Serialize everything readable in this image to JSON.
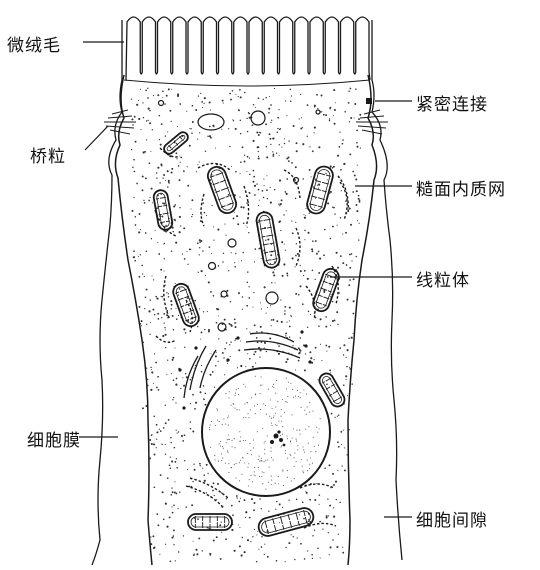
{
  "labels": {
    "microvilli": "微绒毛",
    "tight_junction": "紧密连接",
    "desmosome": "桥粒",
    "rough_er": "糙面内质网",
    "mitochondria": "线粒体",
    "cell_membrane": "细胞膜",
    "intercellular_space": "细胞间隙"
  },
  "colors": {
    "ink": "#1a1a1a",
    "background": "#ffffff"
  }
}
